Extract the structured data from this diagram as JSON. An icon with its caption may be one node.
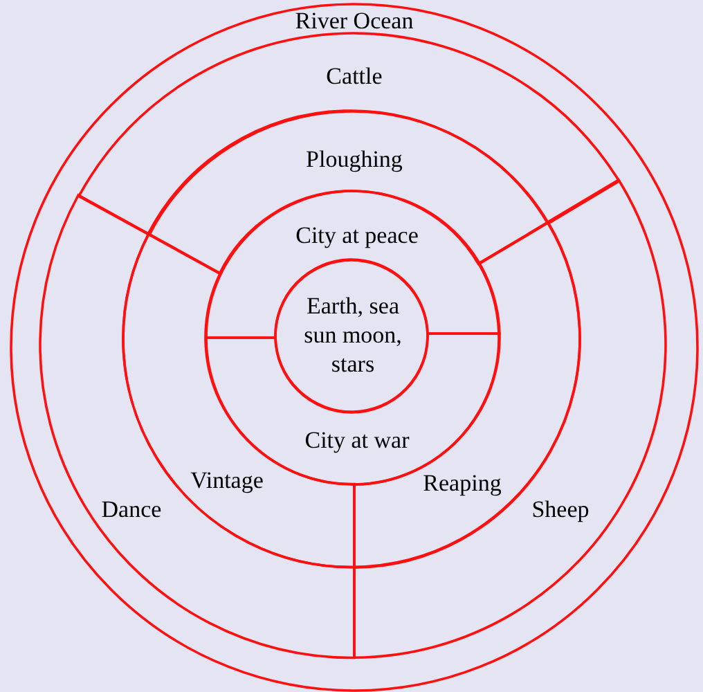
{
  "diagram": {
    "nodes": [
      {
        "text": [
          "River Ocean"
        ]
      },
      {
        "text": [
          "Cattle"
        ],
        "in": 0
      },
      {
        "text": [
          "Ploughing"
        ],
        "in": 0
      },
      {
        "text": [
          "City at peace"
        ],
        "in": 0
      },
      {
        "text": [
          "Earth, sea sun moon, stars"
        ],
        "in": 0
      },
      {
        "text": [
          "City at war"
        ],
        "in": 0
      },
      {
        "text": [
          "Vintage"
        ],
        "in": 0
      },
      {
        "text": [
          "Reaping"
        ],
        "in": 0
      },
      {
        "text": [
          "Dance"
        ],
        "in": 0
      },
      {
        "text": [
          "Sheep"
        ],
        "in": 0
      }
    ]
  }
}
